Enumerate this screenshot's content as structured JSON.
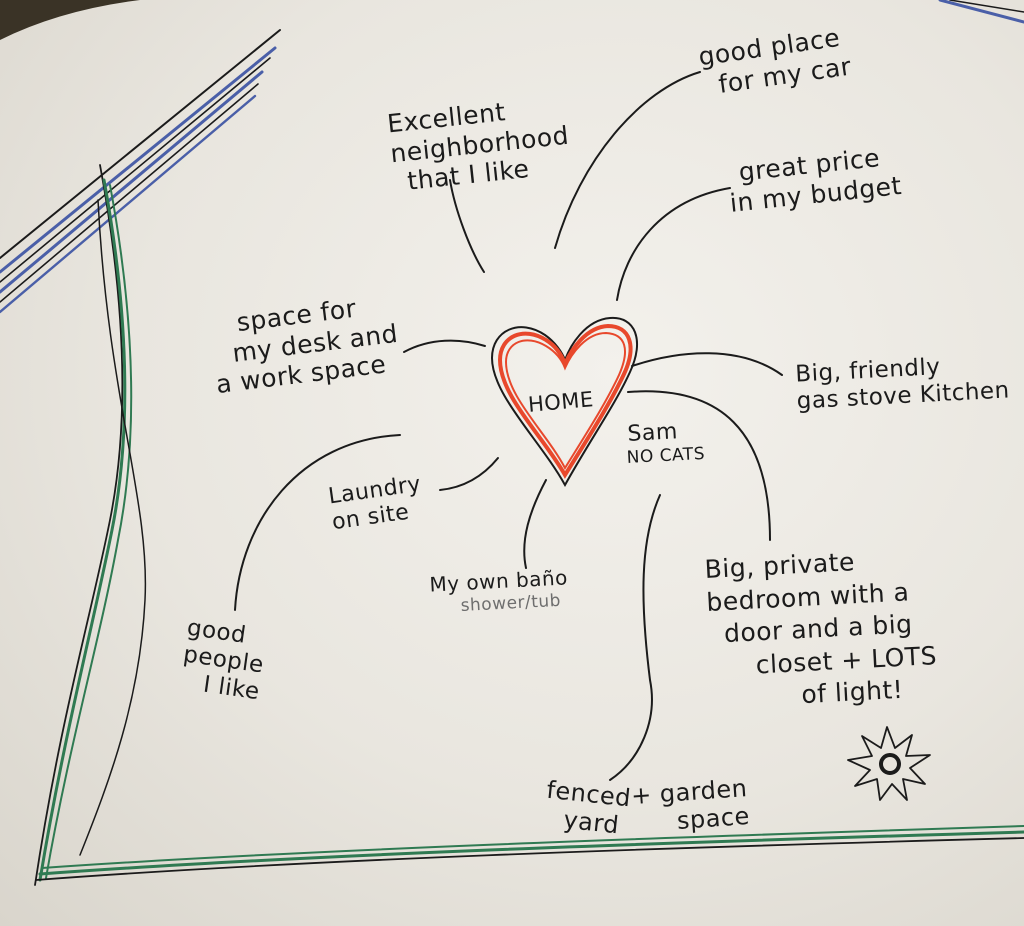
{
  "center": {
    "label": "HOME"
  },
  "notes": {
    "car": [
      "good place",
      "for my car"
    ],
    "neighborhood": [
      "Excellent",
      "neighborhood",
      "that I like"
    ],
    "price": [
      "great price",
      "in my budget"
    ],
    "desk": [
      "space for",
      "my desk and",
      "a work space"
    ],
    "kitchen": [
      "Big, friendly",
      "gas stove Kitchen"
    ],
    "sam": [
      "Sam",
      "NO CATS"
    ],
    "laundry": [
      "Laundry",
      "on site"
    ],
    "bano": [
      "My own baño"
    ],
    "bano_sub": "shower/tub",
    "bedroom": [
      "Big, private",
      "bedroom with a",
      "door and a big",
      "closet + LOTS",
      "of light!"
    ],
    "people": [
      "good",
      "people",
      "I like"
    ],
    "yard": [
      "fenced",
      "yard"
    ],
    "garden": [
      "+ garden",
      "space"
    ]
  },
  "colors": {
    "ink": "#1b1b1b",
    "heart": "#e8482c",
    "frame_blue": "#4a5fa8",
    "frame_green": "#2f7a52"
  },
  "icons": [
    "heart-icon",
    "sun-icon"
  ]
}
